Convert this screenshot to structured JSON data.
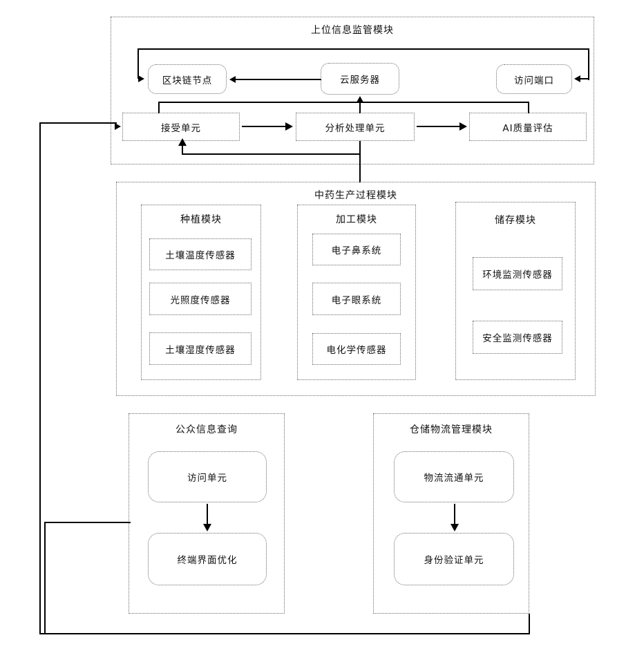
{
  "diagram": {
    "title_text": "",
    "modules": {
      "supervision": {
        "title": "上位信息监管模块",
        "nodes": {
          "blockchain_node": "区块链节点",
          "cloud_server": "云服务器",
          "access_port": "访问端口",
          "receive_unit": "接受单元",
          "analysis_unit": "分析处理单元",
          "ai_quality": "AI质量评估"
        }
      },
      "production": {
        "title": "中药生产过程模块",
        "submodules": {
          "planting": {
            "title": "种植模块",
            "nodes": [
              "土壤温度传感器",
              "光照度传感器",
              "土壤湿度传感器"
            ]
          },
          "processing": {
            "title": "加工模块",
            "nodes": [
              "电子鼻系统",
              "电子眼系统",
              "电化学传感器"
            ]
          },
          "storage": {
            "title": "储存模块",
            "nodes": [
              "环境监测传感器",
              "安全监测传感器"
            ]
          }
        }
      },
      "public_query": {
        "title": "公众信息查询",
        "nodes": [
          "访问单元",
          "终端界面优化"
        ]
      },
      "warehouse_logistics": {
        "title": "仓储物流管理模块",
        "nodes": [
          "物流流通单元",
          "身份验证单元"
        ]
      }
    },
    "colors": {
      "line": "#000000",
      "border": "#6b6b6b",
      "background": "#ffffff"
    }
  }
}
